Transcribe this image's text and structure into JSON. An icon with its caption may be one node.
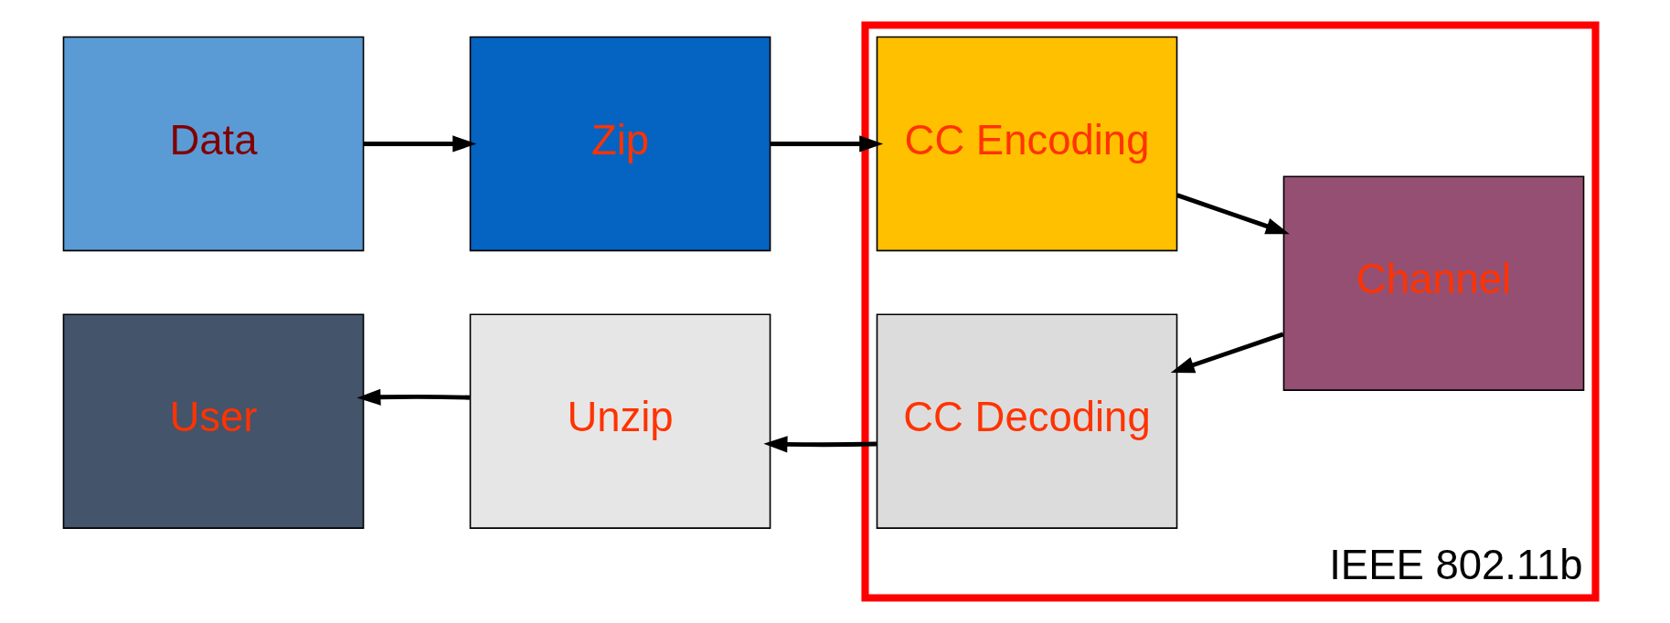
{
  "diagram": {
    "nodes": [
      {
        "text": [
          "Data"
        ]
      },
      {
        "text": [
          "Zip"
        ]
      },
      {
        "text": [
          "IEEE 802.11b"
        ]
      },
      {
        "text": [
          "CC Encoding"
        ],
        "in": 2
      },
      {
        "text": [
          "Channel"
        ],
        "in": 2
      },
      {
        "text": [
          "User"
        ]
      },
      {
        "text": [
          "Unzip"
        ]
      },
      {
        "text": [
          "CC Decoding"
        ],
        "in": 2
      }
    ],
    "edges": [
      {
        "from": 0,
        "to": 1,
        "arrow": "to"
      },
      {
        "from": 1,
        "to": 3,
        "arrow": "to"
      },
      {
        "from": 3,
        "to": 4,
        "arrow": "to"
      },
      {
        "from": 4,
        "to": 7,
        "arrow": "to"
      },
      {
        "from": 7,
        "to": 6,
        "arrow": "to"
      },
      {
        "from": 6,
        "to": 5,
        "arrow": "to"
      }
    ]
  }
}
